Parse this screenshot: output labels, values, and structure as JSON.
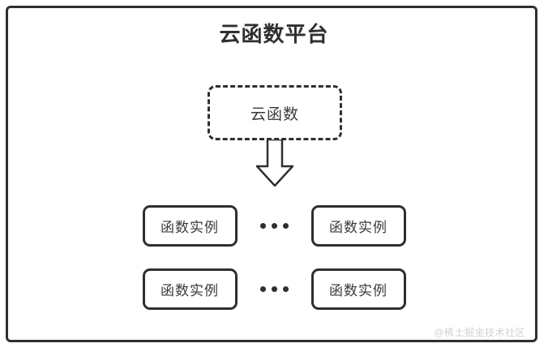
{
  "diagram": {
    "frame": {
      "title": "云函数平台",
      "border_color": "#2f2f2f",
      "background_color": "#ffffff"
    },
    "cloud_function": {
      "label": "云函数",
      "border_style": "dashed",
      "border_color": "#2f2f2f"
    },
    "arrow": {
      "name": "down-block-arrow",
      "direction": "down",
      "fill": "#ffffff",
      "stroke": "#2f2f2f"
    },
    "rows": [
      {
        "left_instance": "函数实例",
        "ellipsis": "•••",
        "right_instance": "函数实例"
      },
      {
        "left_instance": "函数实例",
        "ellipsis": "•••",
        "right_instance": "函数实例"
      }
    ],
    "watermark": "@稀土掘金技术社区"
  }
}
